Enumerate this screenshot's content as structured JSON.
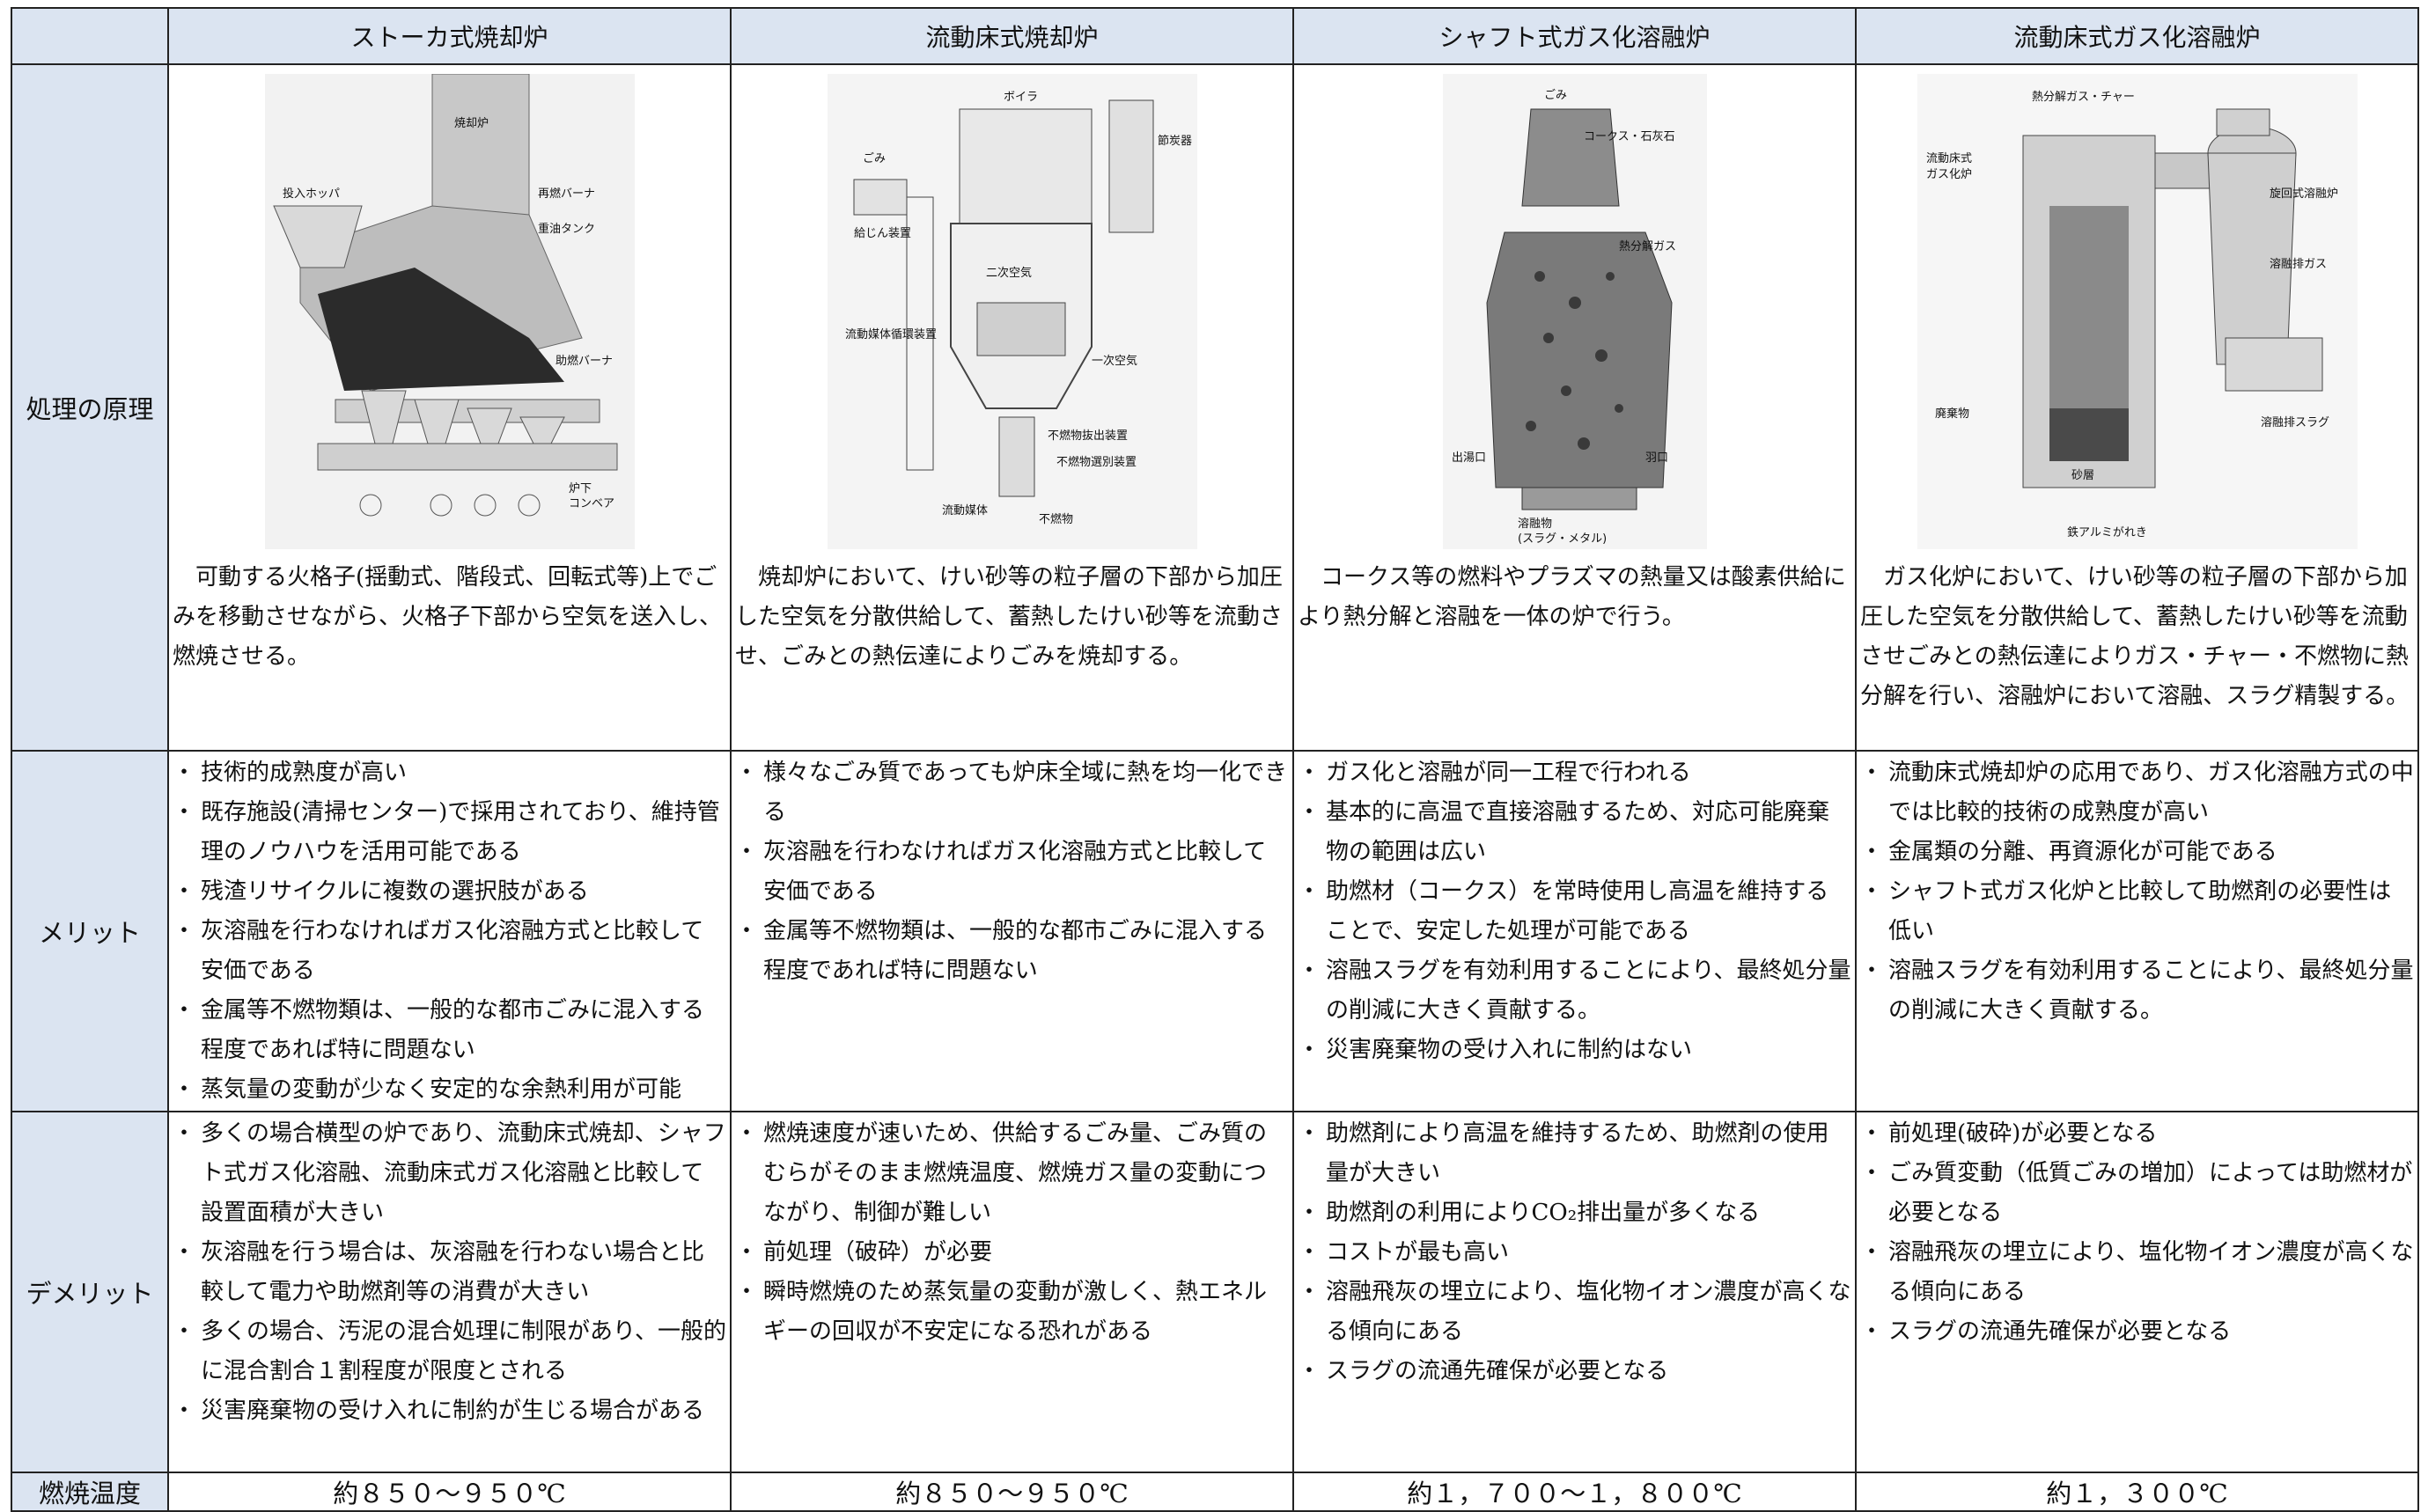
{
  "headers": [
    "",
    "ストーカ式焼却炉",
    "流動床式焼却炉",
    "シャフト式ガス化溶融炉",
    "流動床式ガス化溶融炉"
  ],
  "rows": {
    "principle": {
      "label": "処理の原理",
      "descriptions": [
        "可動する火格子(揺動式、階段式、回転式等)上でごみを移動させながら、火格子下部から空気を送入し、燃焼させる。",
        "焼却炉において、けい砂等の粒子層の下部から加圧した空気を分散供給して、蓄熱したけい砂等を流動させ、ごみとの熱伝達によりごみを焼却する。",
        "コークス等の燃料やプラズマの熱量又は酸素供給により熱分解と溶融を一体の炉で行う。",
        "ガス化炉において、けい砂等の粒子層の下部から加圧した空気を分散供給して、蓄熱したけい砂等を流動させごみとの熱伝達によりガス・チャー・不燃物に熱分解を行い、溶融炉において溶融、スラグ精製する。"
      ]
    },
    "merit": {
      "label": "メリット",
      "items": [
        [
          "技術的成熟度が高い",
          "既存施設(清掃センター)で採用されており、維持管理のノウハウを活用可能である",
          "残渣リサイクルに複数の選択肢がある",
          "灰溶融を行わなければガス化溶融方式と比較して安価である",
          "金属等不燃物類は、一般的な都市ごみに混入する程度であれば特に問題ない",
          "蒸気量の変動が少なく安定的な余熱利用が可能"
        ],
        [
          "様々なごみ質であっても炉床全域に熱を均一化できる",
          "灰溶融を行わなければガス化溶融方式と比較して安価である",
          "金属等不燃物類は、一般的な都市ごみに混入する程度であれば特に問題ない"
        ],
        [
          "ガス化と溶融が同一工程で行われる",
          "基本的に高温で直接溶融するため、対応可能廃棄物の範囲は広い",
          "助燃材（コークス）を常時使用し高温を維持することで、安定した処理が可能である",
          "溶融スラグを有効利用することにより、最終処分量の削減に大きく貢献する。",
          "災害廃棄物の受け入れに制約はない"
        ],
        [
          "流動床式焼却炉の応用であり、ガス化溶融方式の中では比較的技術の成熟度が高い",
          "金属類の分離、再資源化が可能である",
          "シャフト式ガス化炉と比較して助燃剤の必要性は低い",
          "溶融スラグを有効利用することにより、最終処分量の削減に大きく貢献する。"
        ]
      ]
    },
    "demerit": {
      "label": "デメリット",
      "items": [
        [
          "多くの場合横型の炉であり、流動床式焼却、シャフト式ガス化溶融、流動床式ガス化溶融と比較して設置面積が大きい",
          "灰溶融を行う場合は、灰溶融を行わない場合と比較して電力や助燃剤等の消費が大きい",
          "多くの場合、汚泥の混合処理に制限があり、一般的に混合割合１割程度が限度とされる",
          "災害廃棄物の受け入れに制約が生じる場合がある"
        ],
        [
          "燃焼速度が速いため、供給するごみ量、ごみ質のむらがそのまま燃焼温度、燃焼ガス量の変動につながり、制御が難しい",
          "前処理（破砕）が必要",
          "瞬時燃焼のため蒸気量の変動が激しく、熱エネルギーの回収が不安定になる恐れがある"
        ],
        [
          "助燃剤により高温を維持するため、助燃剤の使用量が大きい",
          "助燃剤の利用によりCO₂排出量が多くなる",
          "コストが最も高い",
          "溶融飛灰の埋立により、塩化物イオン濃度が高くなる傾向にある",
          "スラグの流通先確保が必要となる"
        ],
        [
          "前処理(破砕)が必要となる",
          "ごみ質変動（低質ごみの増加）によっては助燃材が必要となる",
          "溶融飛灰の埋立により、塩化物イオン濃度が高くなる傾向にある",
          "スラグの流通先確保が必要となる"
        ]
      ]
    },
    "temperature": {
      "label": "燃焼温度",
      "values": [
        "約８５０～９５０℃",
        "約８５０～９５０℃",
        "約１，７００～１，８００℃",
        "約１，３００℃"
      ]
    }
  },
  "figures": {
    "stoker": {
      "labels": [
        "焼却炉",
        "投入ホッパ",
        "再燃バーナ",
        "重油タンク",
        "助燃バーナ",
        "炉下",
        "コンベア"
      ]
    },
    "fluid": {
      "labels": [
        "ボイラ",
        "節炭器",
        "ごみ",
        "給じん装置",
        "二次空気",
        "流動媒体循環装置",
        "一次空気",
        "不燃物抜出装置",
        "不燃物選別装置",
        "流動媒体",
        "不燃物"
      ]
    },
    "shaft": {
      "labels": [
        "ごみ",
        "コークス・石灰石",
        "熱分解ガス",
        "出湯口",
        "羽口",
        "溶融物",
        "(スラグ・メタル)"
      ]
    },
    "fgas": {
      "labels": [
        "熱分解ガス・チャー",
        "旋回式溶融炉",
        "流動床式",
        "ガス化炉",
        "溶融排ガス",
        "廃棄物",
        "砂層",
        "溶融排スラグ",
        "鉄アルミがれき"
      ]
    }
  }
}
